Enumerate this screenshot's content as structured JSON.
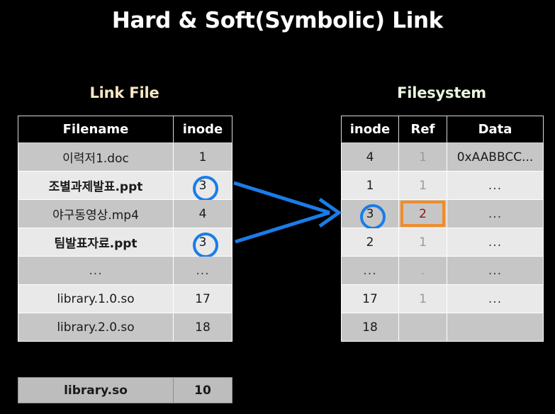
{
  "slide": {
    "title": "Hard & Soft(Symbolic) Link",
    "background_color": "#000000"
  },
  "colors": {
    "title_text": "#ffffff",
    "link_file_caption": "#f7e7c4",
    "filesystem_caption": "#e9f6e0",
    "circle_highlight": "#1a7ce8",
    "box_highlight": "#f28c28",
    "ref_two_text": "#8c1616",
    "arrow": "#1a7ce8",
    "row_dark": "#c6c6c6",
    "row_light": "#e9e9e9"
  },
  "link_file": {
    "caption": "Link File",
    "headers": [
      "Filename",
      "inode"
    ],
    "rows": [
      {
        "filename": "이력저1.doc",
        "inode": "1",
        "bold": false,
        "circled": false
      },
      {
        "filename": "조별과제발표.ppt",
        "inode": "3",
        "bold": true,
        "circled": true
      },
      {
        "filename": "야구동영상.mp4",
        "inode": "4",
        "bold": false,
        "circled": false
      },
      {
        "filename": "팀발표자료.ppt",
        "inode": "3",
        "bold": true,
        "circled": true
      },
      {
        "filename": "...",
        "inode": "...",
        "bold": false,
        "circled": false
      },
      {
        "filename": "library.1.0.so",
        "inode": "17",
        "bold": false,
        "circled": false
      },
      {
        "filename": "library.2.0.so",
        "inode": "18",
        "bold": false,
        "circled": false
      }
    ]
  },
  "filesystem": {
    "caption": "Filesystem",
    "headers": [
      "inode",
      "Ref",
      "Data"
    ],
    "rows": [
      {
        "inode": "4",
        "ref": "1",
        "data": "0xAABBCC...",
        "circled": false,
        "boxed": false,
        "ref_dim": true
      },
      {
        "inode": "1",
        "ref": "1",
        "data": "...",
        "circled": false,
        "boxed": false,
        "ref_dim": true
      },
      {
        "inode": "3",
        "ref": "2",
        "data": "...",
        "circled": true,
        "boxed": true,
        "ref_dim": false
      },
      {
        "inode": "2",
        "ref": "1",
        "data": "...",
        "circled": false,
        "boxed": false,
        "ref_dim": true
      },
      {
        "inode": "...",
        "ref": ".",
        "data": "...",
        "circled": false,
        "boxed": false,
        "ref_dim": true
      },
      {
        "inode": "17",
        "ref": "1",
        "data": "...",
        "circled": false,
        "boxed": false,
        "ref_dim": true
      },
      {
        "inode": "18",
        "ref": "",
        "data": "",
        "circled": false,
        "boxed": false,
        "ref_dim": false
      }
    ]
  },
  "symlink_row": {
    "filename": "library.so",
    "inode": "10"
  },
  "arrows": [
    {
      "name": "hard-link-arrow-top",
      "from": "조별과제발표.ppt inode 3",
      "to": "filesystem inode 3"
    },
    {
      "name": "hard-link-arrow-bottom",
      "from": "팀발표자료.ppt inode 3",
      "to": "filesystem inode 3"
    }
  ]
}
